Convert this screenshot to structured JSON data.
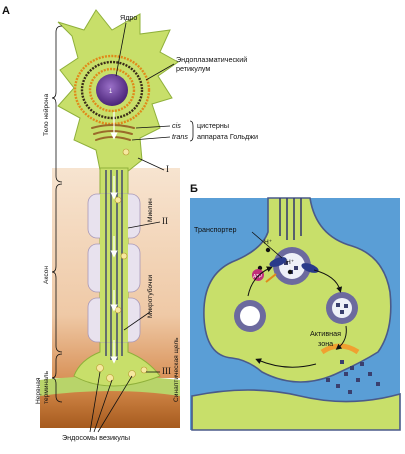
{
  "panel_a": {
    "letter": "А",
    "labels": {
      "nucleus": "Ядро",
      "er_line1": "Эндоплазматический",
      "er_line2": "ретикулум",
      "cis": "cis",
      "trans": "trans",
      "golgi_line1": "цистерны",
      "golgi_line2": "аппарата Гольджи",
      "myelin": "Миелин",
      "microtubules": "Микротубочки",
      "axon": "Аксон",
      "neuron_body": "Тело нейрона",
      "nerve_terminal_line1": "Нервная",
      "nerve_terminal_line2": "терминаль",
      "synaptic_cleft": "Синаптическая щель",
      "endosomes_vesicles": "Эндосомы везикулы",
      "roman_1": "I",
      "roman_2": "II",
      "roman_3": "III",
      "nucleus_mark": "1"
    }
  },
  "panel_b": {
    "letter": "Б",
    "labels": {
      "transporter": "Транспортер",
      "h_plus_1": "H⁺",
      "h_plus_2": "H⁺",
      "atp": "ATP",
      "active_zone_line1": "Активная",
      "active_zone_line2": "зона"
    }
  },
  "colors": {
    "cell_green": "#c8df6a",
    "cell_green_dark": "#8fb03a",
    "nucleus_purple": "#6a3a9a",
    "er_orange": "#e08a1a",
    "axon_bg": "#f3d9c0",
    "myelin": "#e8e2ee",
    "panel_b_bg": "#5a9ed6",
    "vesicle_purple": "#6c6a9e",
    "active_zone": "#f0a030",
    "terminal_brown": "#b86a2a"
  }
}
